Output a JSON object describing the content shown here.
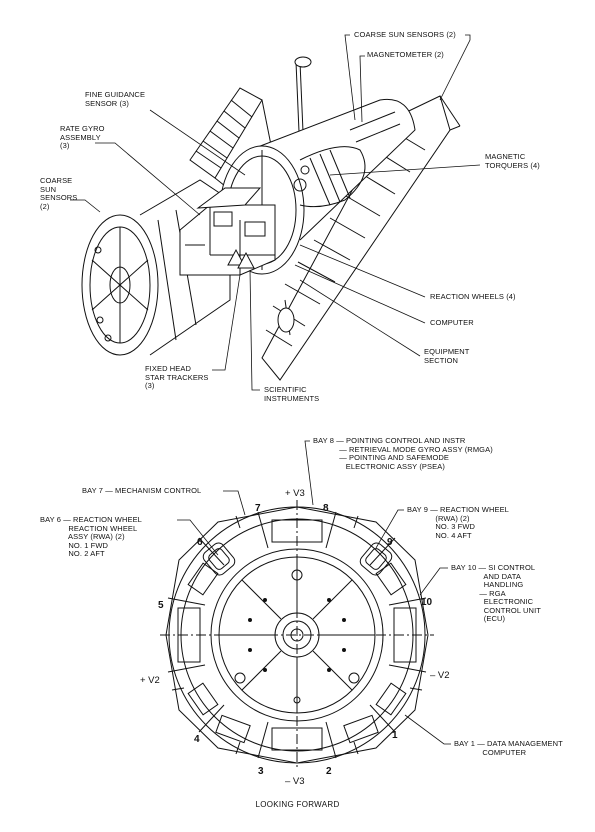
{
  "top_diagram": {
    "labels": {
      "coarse_sun_sensors_top": "COARSE SUN SENSORS (2)",
      "magnetometer": "MAGNETOMETER (2)",
      "fine_guidance_sensor": "FINE GUIDANCE\nSENSOR (3)",
      "rate_gyro_assembly": "RATE GYRO\nASSEMBLY\n(3)",
      "coarse_sun_sensors_left": "COARSE\nSUN\nSENSORS\n(2)",
      "magnetic_torquers": "MAGNETIC\nTORQUERS (4)",
      "reaction_wheels": "REACTION WHEELS (4)",
      "computer": "COMPUTER",
      "equipment_section": "EQUIPMENT\nSECTION",
      "fixed_head_star_trackers": "FIXED HEAD\nSTAR TRACKERS\n(3)",
      "scientific_instruments": "SCIENTIFIC\nINSTRUMENTS"
    }
  },
  "bottom_diagram": {
    "bay_labels": {
      "bay8": "BAY 8 — POINTING CONTROL AND INSTR\n            — RETRIEVAL MODE GYRO ASSY (RMGA)\n            — POINTING AND SAFEMODE\n               ELECTRONIC ASSY (PSEA)",
      "bay7": "BAY 7 — MECHANISM CONTROL",
      "bay6": "BAY 6 — REACTION WHEEL\n             REACTION WHEEL\n             ASSY (RWA) (2)\n             NO. 1 FWD\n             NO. 2 AFT",
      "bay9": "BAY 9 — REACTION WHEEL\n             (RWA) (2)\n             NO. 3 FWD\n             NO. 4 AFT",
      "bay10": "BAY 10 — SI CONTROL\n               AND DATA\n               HANDLING\n             — RGA\n               ELECTRONIC\n               CONTROL UNIT\n               (ECU)",
      "bay1": "BAY 1 — DATA MANAGEMENT\n             COMPUTER"
    },
    "bay_numbers": [
      "1",
      "2",
      "3",
      "4",
      "5",
      "6",
      "7",
      "8",
      "9",
      "10"
    ],
    "axes": {
      "plus_v3": "+ V3",
      "minus_v3": "– V3",
      "plus_v2": "+ V2",
      "minus_v2": "– V2"
    },
    "caption": "LOOKING FORWARD"
  }
}
